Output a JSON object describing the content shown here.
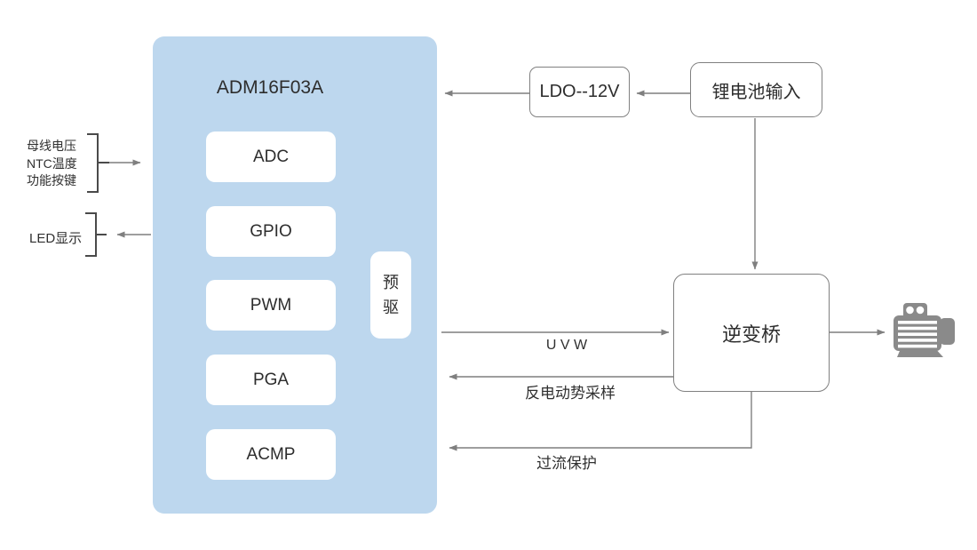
{
  "chip": {
    "name": "ADM16F03A",
    "blocks": [
      "ADC",
      "GPIO",
      "PWM",
      "PGA",
      "ACMP"
    ],
    "predriver": "预驱"
  },
  "nodes": {
    "ldo": "LDO--12V",
    "battery": "锂电池输入",
    "inverter": "逆变桥"
  },
  "left_labels": {
    "inputs": [
      "母线电压",
      "NTC温度",
      "功能按键"
    ],
    "led": "LED显示"
  },
  "signal_labels": {
    "uvw": "U V W",
    "back_emf": "反电动势采样",
    "overcurrent": "过流保护"
  },
  "icons": {
    "motor": "motor-icon"
  },
  "colors": {
    "chip_fill": "#BDD7EE",
    "block_fill": "#FFFFFF",
    "box_border": "#808080",
    "connector": "#7F7F7F",
    "bracket": "#4A4A4A",
    "text": "#303030",
    "motor": "#8A8A8A"
  }
}
